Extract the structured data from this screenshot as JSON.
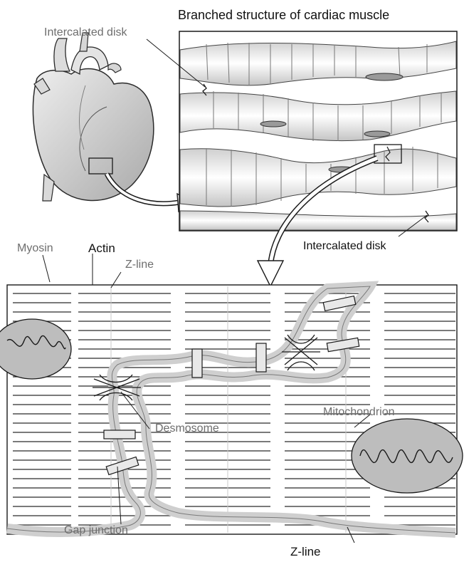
{
  "labels": {
    "title": "Branched structure of cardiac muscle",
    "intercalated_disk_top": "Intercalated disk",
    "intercalated_disk_right": "Intercalated disk",
    "myosin": "Myosin",
    "actin": "Actin",
    "z_line_top": "Z-line",
    "mitochondrion": "Mitochondrion",
    "desmosome": "Desmosome",
    "gap_junction": "Gap junction",
    "z_line_bottom": "Z-line"
  },
  "icons": {
    "heart": "heart-illustration",
    "branched_fibers": "branched-fibers-illustration",
    "magnified_junction": "magnified-junction-illustration"
  },
  "colors": {
    "ink": "#1a1a1a",
    "shade": "#8a8a8a",
    "light_shade": "#c8c8c8",
    "grey_label": "#6e6e6e"
  }
}
